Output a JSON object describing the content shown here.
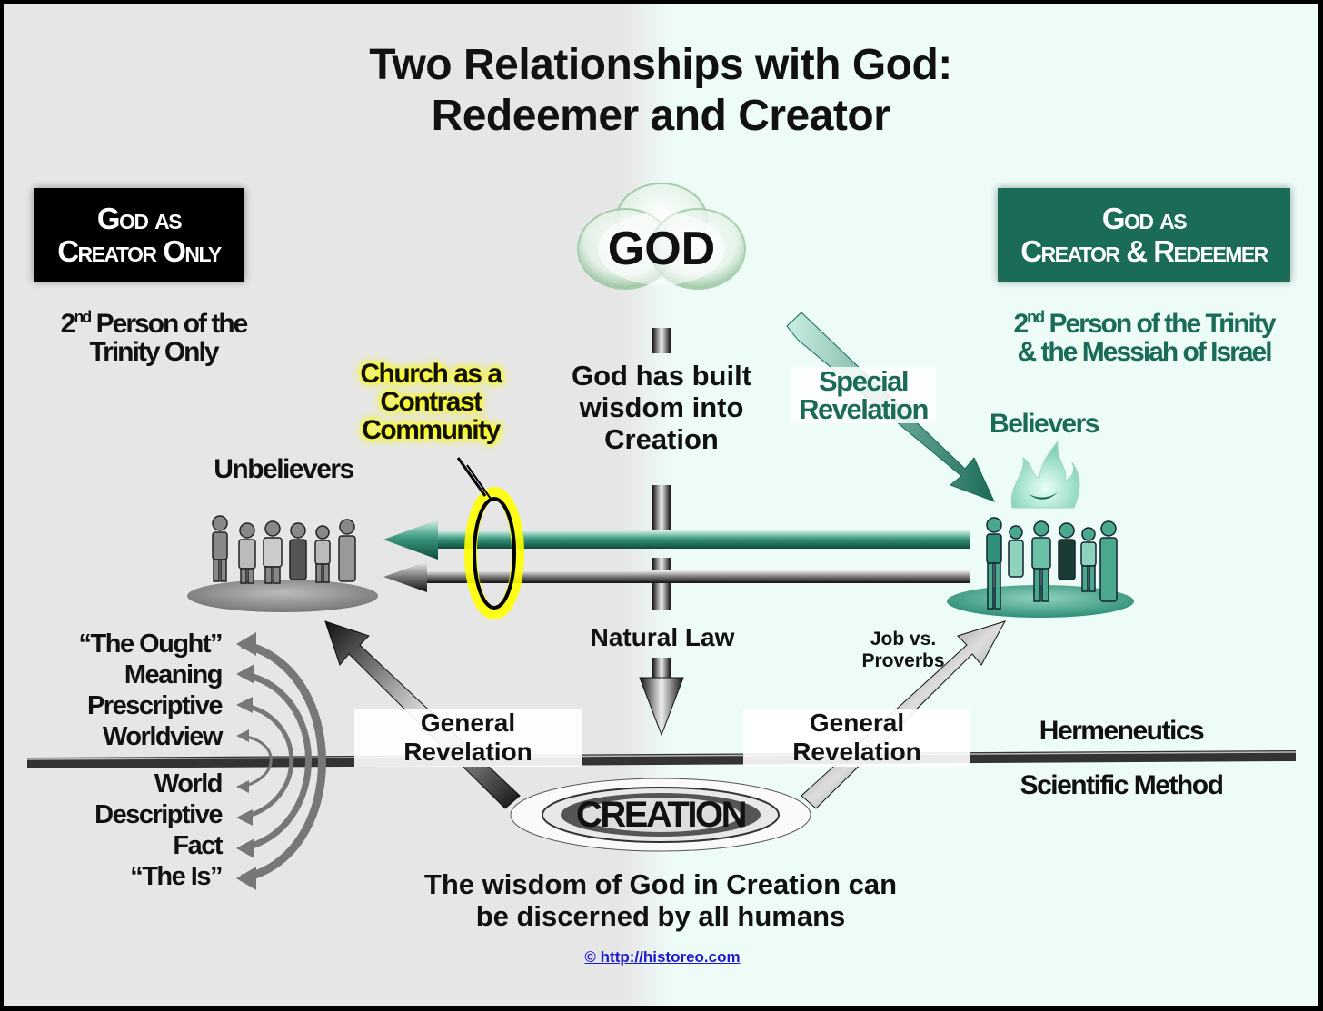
{
  "title_line1": "Two Relationships with God:",
  "title_line2": "Redeemer and Creator",
  "left_box": {
    "line1": "God as",
    "line2": "Creator Only"
  },
  "left_sub": {
    "line2": "Person of the",
    "line1_sup": "nd",
    "line1_num": "2",
    "line3": "Trinity Only"
  },
  "right_box": {
    "line1": "God as",
    "line2": "Creator & Redeemer"
  },
  "right_sub": {
    "num": "2",
    "sup": "nd",
    "line1": "Person of the Trinity",
    "line2": "& the Messiah of Israel"
  },
  "god_label": "GOD",
  "wisdom_text": {
    "line1": "God has built",
    "line2": "wisdom into",
    "line3": "Creation"
  },
  "church_label": {
    "line1": "Church as a",
    "line2": "Contrast",
    "line3": "Community"
  },
  "special_revelation": {
    "line1": "Special",
    "line2": "Revelation"
  },
  "believers": "Believers",
  "unbelievers": "Unbelievers",
  "natural_law": "Natural Law",
  "job_proverbs": {
    "line1": "Job vs.",
    "line2": "Proverbs"
  },
  "general_revelation_left": "General Revelation",
  "general_revelation_right": "General Revelation",
  "hermeneutics": "Hermeneutics",
  "scientific_method": "Scientific Method",
  "creation_label": "CREATION",
  "upper_list": [
    "“The Ought”",
    "Meaning",
    "Prescriptive",
    "Worldview"
  ],
  "lower_list": [
    "World",
    "Descriptive",
    "Fact",
    "“The Is”"
  ],
  "bottom_text": {
    "line1": "The wisdom of God in Creation can",
    "line2": "be discerned by all humans"
  },
  "copyright": "© http://historeo.com",
  "colors": {
    "green": "#1a6b58",
    "teal": "#2f8f78",
    "highlight": "#ffff00",
    "black": "#000000"
  }
}
